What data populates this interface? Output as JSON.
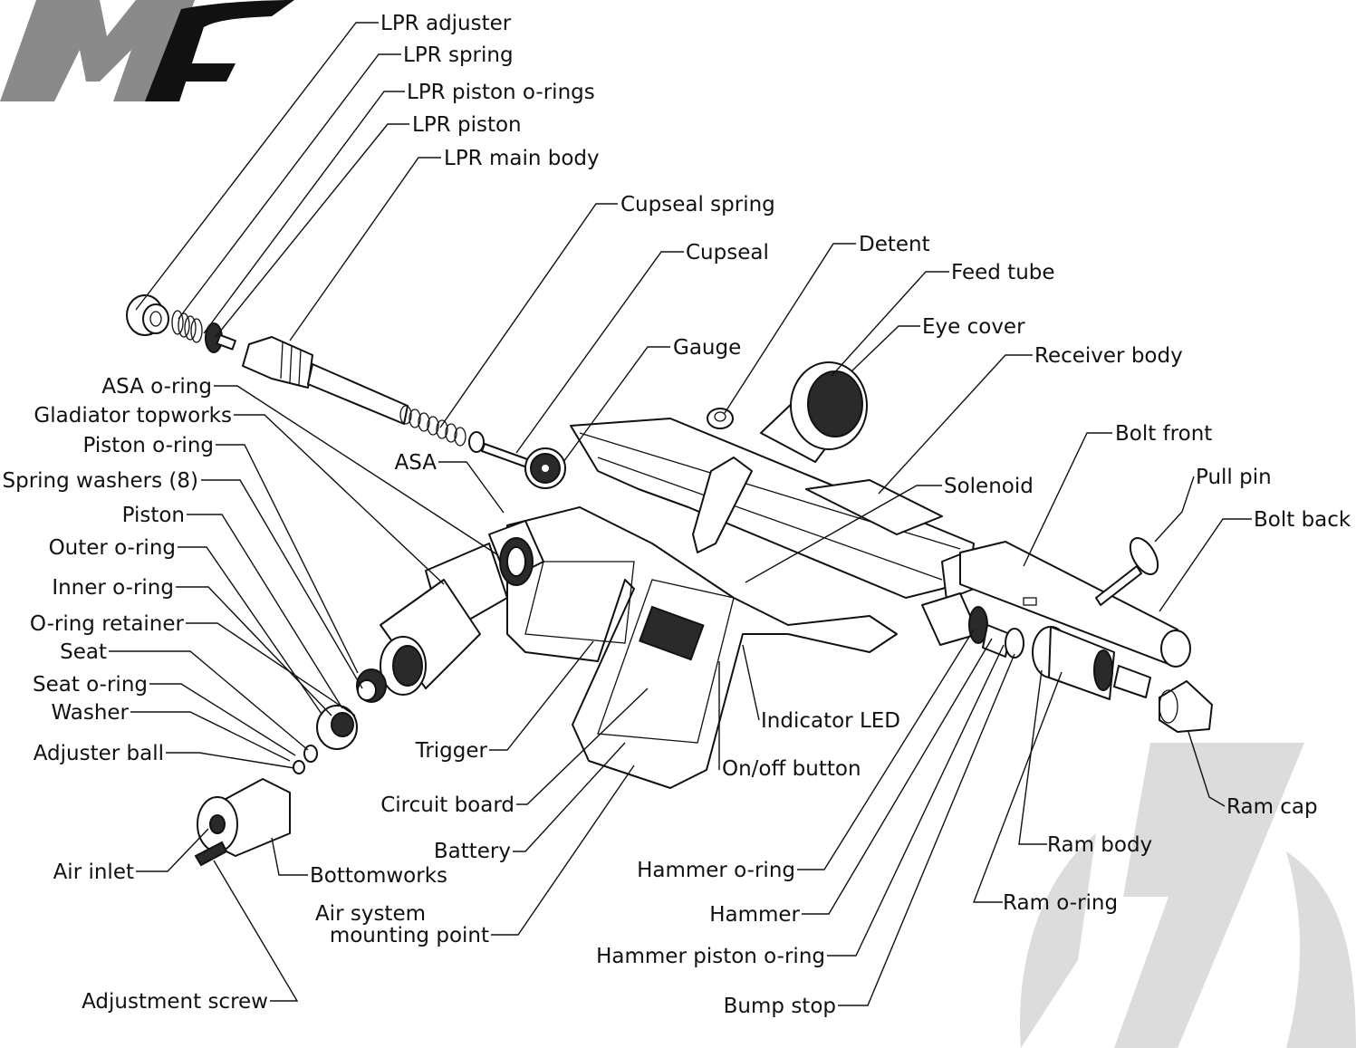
{
  "colors": {
    "logo": "#8a8a8a",
    "logo_dark": "#111111",
    "watermark": "#dcdcdc",
    "line": "#111111"
  },
  "icons": {
    "logo": "mf-logo",
    "watermark": "lightning-bolt-watermark"
  },
  "labels": {
    "lpr_adjuster": "LPR adjuster",
    "lpr_spring": "LPR spring",
    "lpr_piston_orings": "LPR piston o-rings",
    "lpr_piston": "LPR piston",
    "lpr_main_body": "LPR main body",
    "cupseal_spring": "Cupseal spring",
    "cupseal": "Cupseal",
    "detent": "Detent",
    "feed_tube": "Feed tube",
    "eye_cover": "Eye cover",
    "gauge": "Gauge",
    "receiver_body": "Receiver body",
    "asa_oring": "ASA o-ring",
    "gladiator_topworks": "Gladiator topworks",
    "piston_oring": "Piston o-ring",
    "spring_washers": "Spring washers (8)",
    "piston": "Piston",
    "outer_oring": "Outer o-ring",
    "inner_oring": "Inner o-ring",
    "oring_retainer": "O-ring retainer",
    "seat": "Seat",
    "seat_oring": "Seat o-ring",
    "washer": "Washer",
    "adjuster_ball": "Adjuster ball",
    "air_inlet": "Air inlet",
    "bottomworks": "Bottomworks",
    "adjustment_screw": "Adjustment screw",
    "asa": "ASA",
    "bolt_front": "Bolt front",
    "solenoid": "Solenoid",
    "pull_pin": "Pull pin",
    "bolt_back": "Bolt back",
    "indicator_led": "Indicator LED",
    "onoff_button": "On/off button",
    "trigger": "Trigger",
    "circuit_board": "Circuit board",
    "battery": "Battery",
    "air_system_line1": "Air system",
    "air_system_line2": "mounting point",
    "hammer_oring": "Hammer o-ring",
    "hammer": "Hammer",
    "hammer_piston_oring": "Hammer piston o-ring",
    "bump_stop": "Bump stop",
    "ram_cap": "Ram cap",
    "ram_body": "Ram body",
    "ram_oring": "Ram o-ring"
  }
}
